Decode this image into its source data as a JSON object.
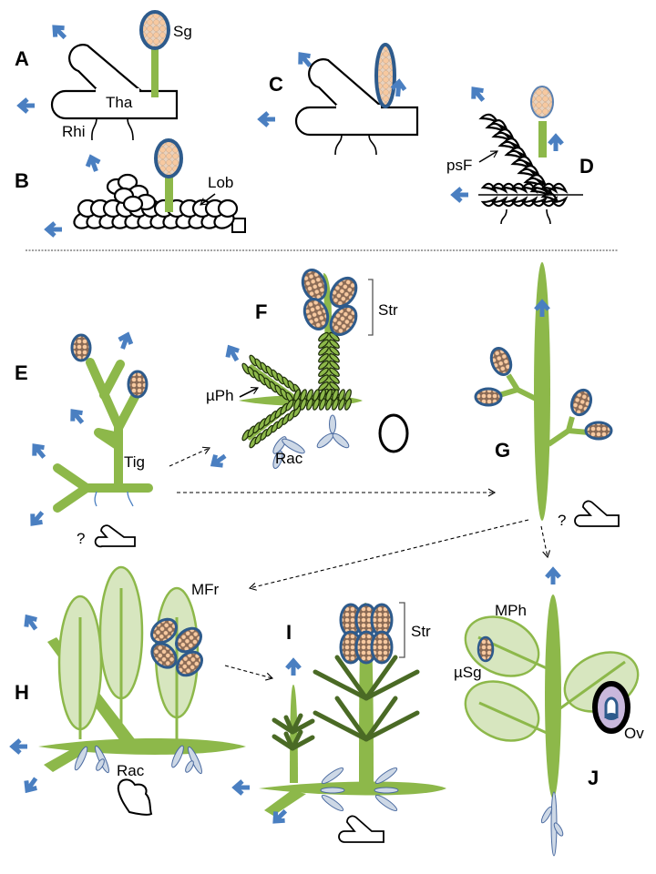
{
  "figure": {
    "panels": [
      {
        "letter": "A",
        "labels": [
          "Sg",
          "Tha",
          "Rhi"
        ]
      },
      {
        "letter": "B",
        "labels": [
          "Lob"
        ]
      },
      {
        "letter": "C",
        "labels": []
      },
      {
        "letter": "D",
        "labels": [
          "psF"
        ]
      },
      {
        "letter": "E",
        "labels": [
          "Tig",
          "?"
        ]
      },
      {
        "letter": "F",
        "labels": [
          "Str",
          "µPh",
          "Rac"
        ]
      },
      {
        "letter": "G",
        "labels": [
          "?"
        ]
      },
      {
        "letter": "H",
        "labels": [
          "MFr",
          "Rac"
        ]
      },
      {
        "letter": "I",
        "labels": [
          "Str"
        ]
      },
      {
        "letter": "J",
        "labels": [
          "MPh",
          "µSg",
          "Ov"
        ]
      }
    ],
    "labels": {
      "A": "A",
      "B": "B",
      "C": "C",
      "D": "D",
      "E": "E",
      "F": "F",
      "G": "G",
      "H": "H",
      "I": "I",
      "J": "J",
      "sg": "Sg",
      "tha": "Tha",
      "rhi": "Rhi",
      "lob": "Lob",
      "psf": "psF",
      "tig": "Tig",
      "q1": "?",
      "str_f": "Str",
      "muph": "µPh",
      "rac_f": "Rac",
      "q2": "?",
      "mfr": "MFr",
      "rac_h": "Rac",
      "str_i": "Str",
      "mph": "MPh",
      "musg": "µSg",
      "ov": "Ov"
    },
    "colors": {
      "stem_green": "#8db84a",
      "leaf_light_green": "#d7e6bf",
      "dark_branch": "#4a6a25",
      "sporangium_fill": "#f7c9a0",
      "sporangium_border": "#2e5b8c",
      "growth_arrow": "#4a7fc1",
      "rhizoid_fill": "#cdd8e6",
      "ovule_outer": "#000000",
      "ovule_middle": "#c9b8dc"
    }
  }
}
